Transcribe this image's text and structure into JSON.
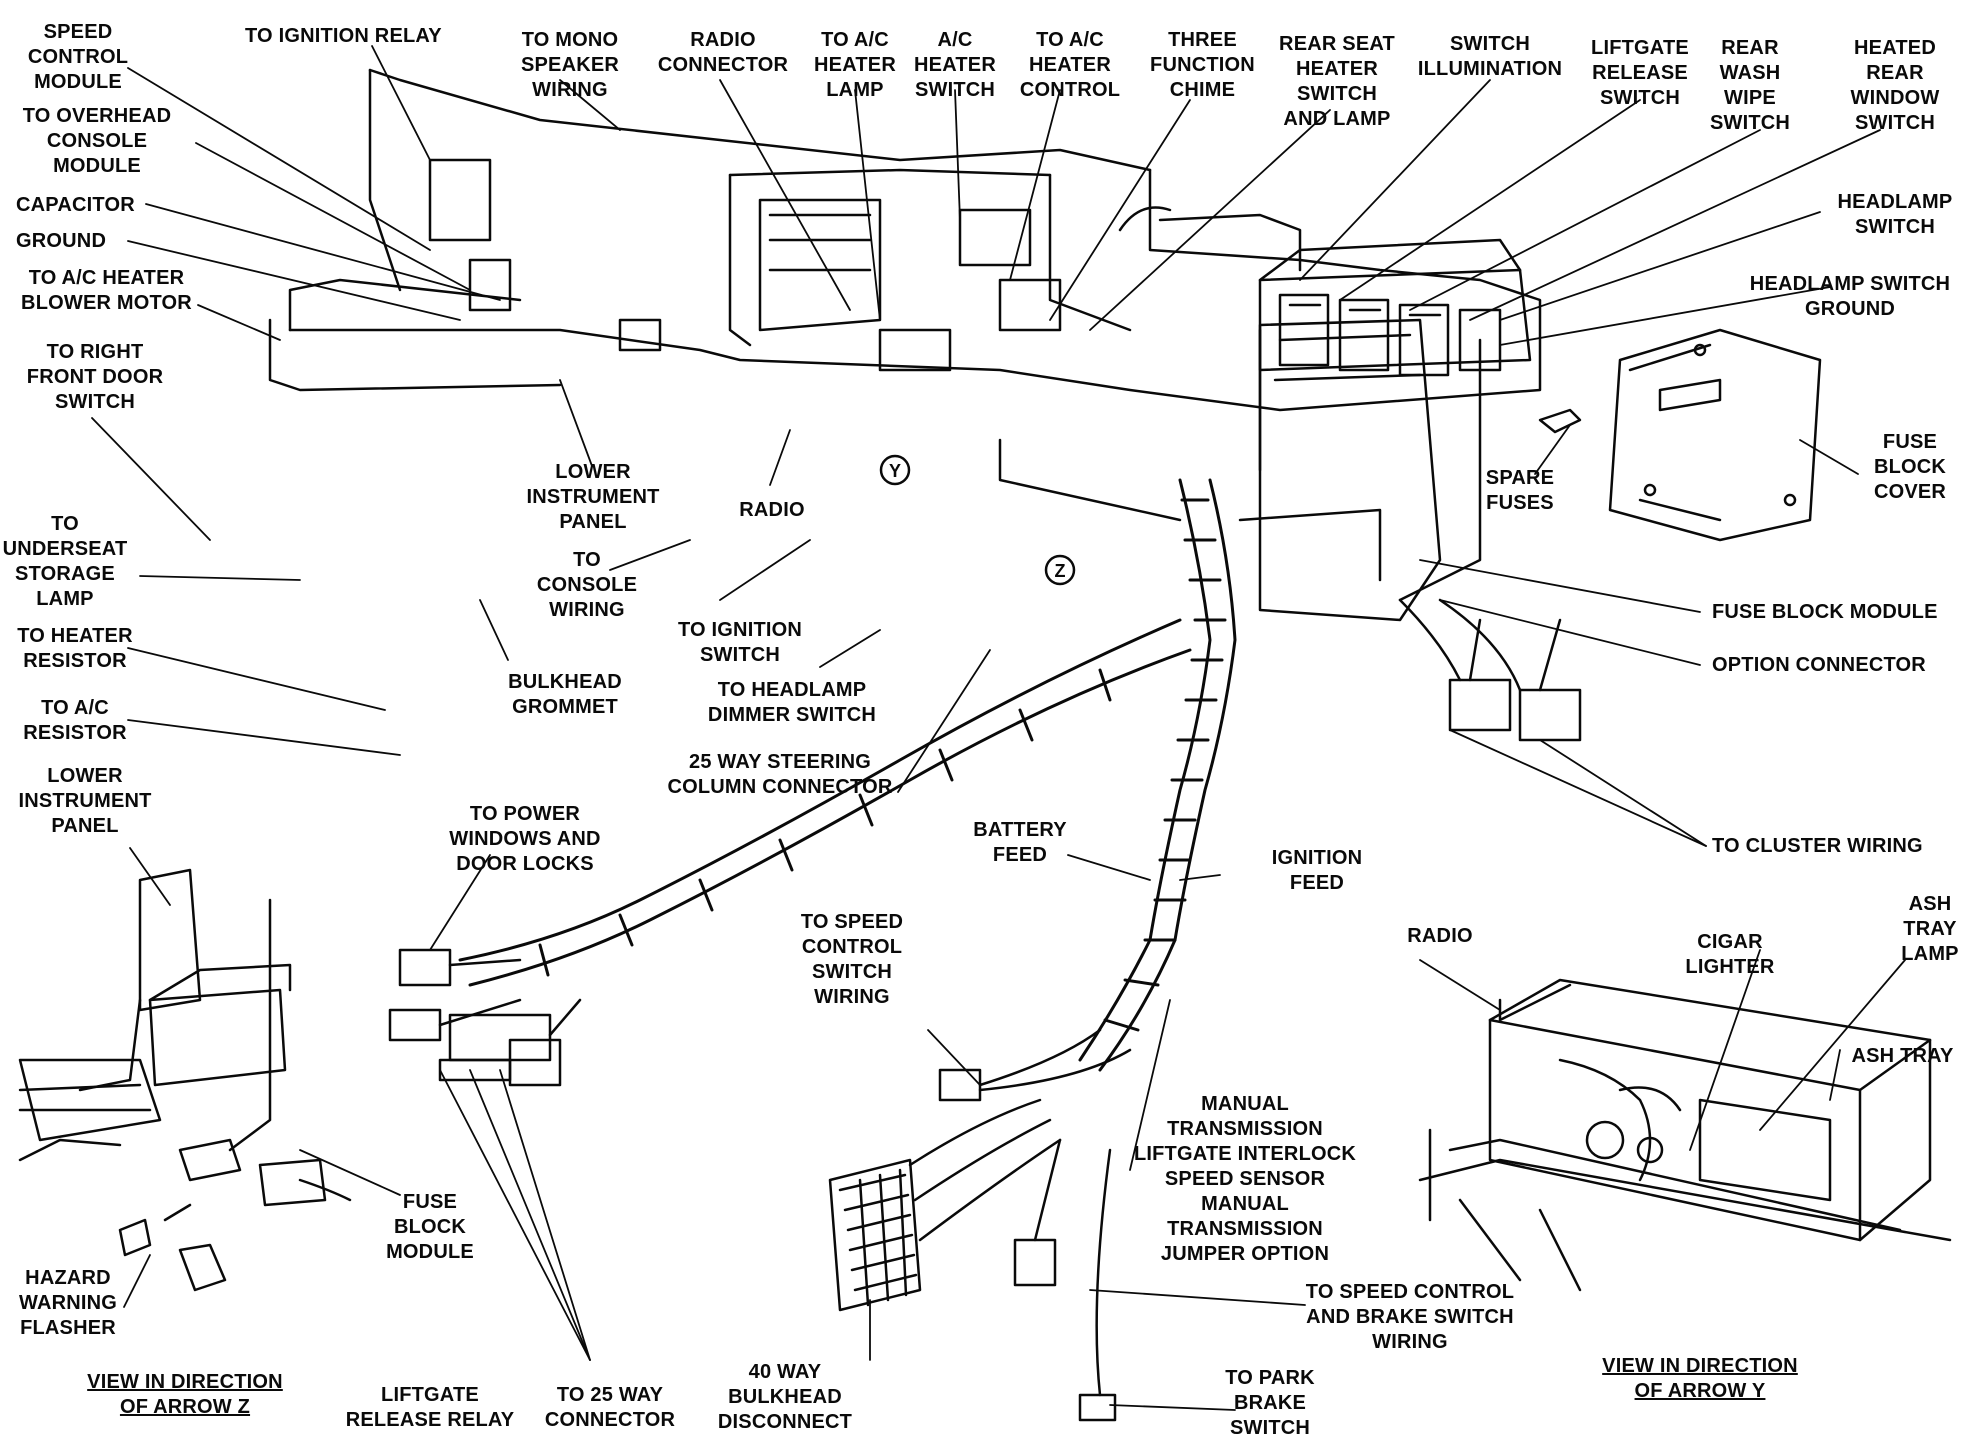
{
  "labels": {
    "speed_control_module": "SPEED\nCONTROL\nMODULE",
    "to_ignition_relay": "TO IGNITION RELAY",
    "to_mono_speaker_wiring": "TO MONO\nSPEAKER\nWIRING",
    "radio_connector": "RADIO\nCONNECTOR",
    "to_ac_heater_lamp": "TO A/C\nHEATER\nLAMP",
    "ac_heater_switch": "A/C\nHEATER\nSWITCH",
    "to_ac_heater_control": "TO A/C\nHEATER\nCONTROL",
    "three_function_chime": "THREE\nFUNCTION\nCHIME",
    "rear_seat_heater_switch_and_lamp": "REAR SEAT\nHEATER\nSWITCH\nAND LAMP",
    "switch_illumination": "SWITCH\nILLUMINATION",
    "liftgate_release_switch": "LIFTGATE\nRELEASE\nSWITCH",
    "rear_wash_wipe_switch": "REAR\nWASH\nWIPE\nSWITCH",
    "heated_rear_window_switch": "HEATED\nREAR\nWINDOW\nSWITCH",
    "to_overhead_console_module": "TO OVERHEAD\nCONSOLE\nMODULE",
    "capacitor": "CAPACITOR",
    "ground": "GROUND",
    "to_ac_heater_blower_motor": "TO A/C HEATER\nBLOWER MOTOR",
    "to_right_front_door_switch": "TO RIGHT\nFRONT DOOR\nSWITCH",
    "headlamp_switch": "HEADLAMP\nSWITCH",
    "headlamp_switch_ground": "HEADLAMP SWITCH\nGROUND",
    "fuse_block_cover": "FUSE\nBLOCK\nCOVER",
    "spare_fuses": "SPARE\nFUSES",
    "fuse_block_module_main": "FUSE BLOCK MODULE",
    "option_connector": "OPTION CONNECTOR",
    "to_cluster_wiring": "TO CLUSTER WIRING",
    "to_underseat_storage_lamp": "TO\nUNDERSEAT\nSTORAGE\nLAMP",
    "to_heater_resistor": "TO HEATER\nRESISTOR",
    "to_ac_resistor": "TO A/C\nRESISTOR",
    "bulkhead_grommet": "BULKHEAD\nGROMMET",
    "lower_instrument_panel_top": "LOWER\nINSTRUMENT\nPANEL",
    "to_console_wiring": "TO\nCONSOLE\nWIRING",
    "radio_center": "RADIO",
    "to_ignition_switch": "TO IGNITION\nSWITCH",
    "to_headlamp_dimmer_switch": "TO HEADLAMP\nDIMMER SWITCH",
    "steering_column_connector": "25 WAY STEERING\nCOLUMN CONNECTOR",
    "lower_instrument_panel_left": "LOWER\nINSTRUMENT\nPANEL",
    "to_power_windows": "TO POWER\nWINDOWS AND\nDOOR LOCKS",
    "battery_feed": "BATTERY\nFEED",
    "ignition_feed": "IGNITION\nFEED",
    "to_speed_control_switch_wiring": "TO SPEED\nCONTROL\nSWITCH\nWIRING",
    "radio_y": "RADIO",
    "cigar_lighter": "CIGAR\nLIGHTER",
    "ash_tray_lamp": "ASH\nTRAY\nLAMP",
    "ash_tray": "ASH TRAY",
    "fuse_block_module_z": "FUSE\nBLOCK\nMODULE",
    "hazard_warning_flasher": "HAZARD\nWARNING\nFLASHER",
    "manual_transmission_list": "MANUAL\nTRANSMISSION\nLIFTGATE INTERLOCK\nSPEED SENSOR\nMANUAL\nTRANSMISSION\nJUMPER OPTION",
    "to_speed_control_and_brake": "TO SPEED CONTROL\nAND BRAKE SWITCH\nWIRING",
    "to_park_brake_switch": "TO PARK\nBRAKE\nSWITCH",
    "view_arrow_z": "VIEW IN DIRECTION\nOF ARROW Z",
    "liftgate_release_relay": "LIFTGATE\nRELEASE RELAY",
    "to_25_way_connector": "TO 25 WAY\nCONNECTOR",
    "bulkhead_disconnect": "40 WAY\nBULKHEAD\nDISCONNECT",
    "view_arrow_y": "VIEW IN DIRECTION\nOF ARROW Y"
  },
  "markers": {
    "arrow_y": "Y",
    "arrow_z": "Z"
  },
  "colors": {
    "ink": "#0a0a0a",
    "paper": "#ffffff"
  }
}
